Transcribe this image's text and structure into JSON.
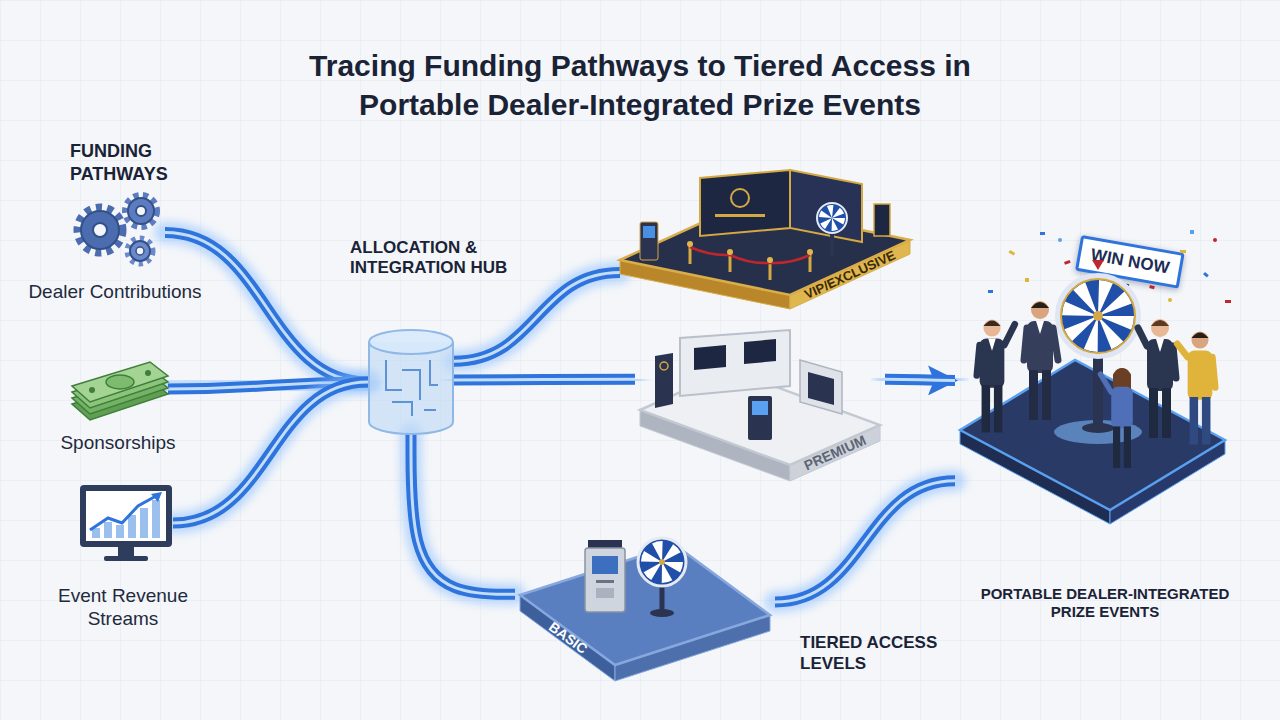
{
  "diagram": {
    "title": "Tracing Funding Pathways to Tiered Access in Portable Dealer-Integrated Prize Events",
    "nodes": [
      {
        "text": [
          "Dealer Contributions"
        ]
      },
      {
        "text": [
          "Sponsorships"
        ]
      },
      {
        "text": [
          "Event Revenue Streams"
        ]
      },
      {
        "text": [
          "ALLOCATION & INTEGRATION HUB"
        ]
      },
      {
        "text": [
          "VIP/EXCLUSIVE"
        ]
      },
      {
        "text": [
          "PREMIUM"
        ]
      },
      {
        "text": [
          "BASIC"
        ]
      },
      {
        "text": [
          "WIN NOW",
          "PORTABLE DEALER-INTEGRATED PRIZE EVENTS"
        ]
      }
    ],
    "edges": [
      {
        "from": 0,
        "to": 3,
        "arrow": "none"
      },
      {
        "from": 1,
        "to": 3,
        "arrow": "none"
      },
      {
        "from": 2,
        "to": 3,
        "arrow": "none"
      },
      {
        "from": 3,
        "to": 4,
        "arrow": "none"
      },
      {
        "from": 3,
        "to": 5,
        "arrow": "none"
      },
      {
        "from": 3,
        "to": 6,
        "arrow": "none"
      },
      {
        "from": 5,
        "to": 7,
        "arrow": "to"
      },
      {
        "from": 6,
        "to": 7,
        "arrow": "none"
      }
    ],
    "labels": [
      "FUNDING PATHWAYS",
      "TIERED ACCESS LEVELS"
    ]
  }
}
